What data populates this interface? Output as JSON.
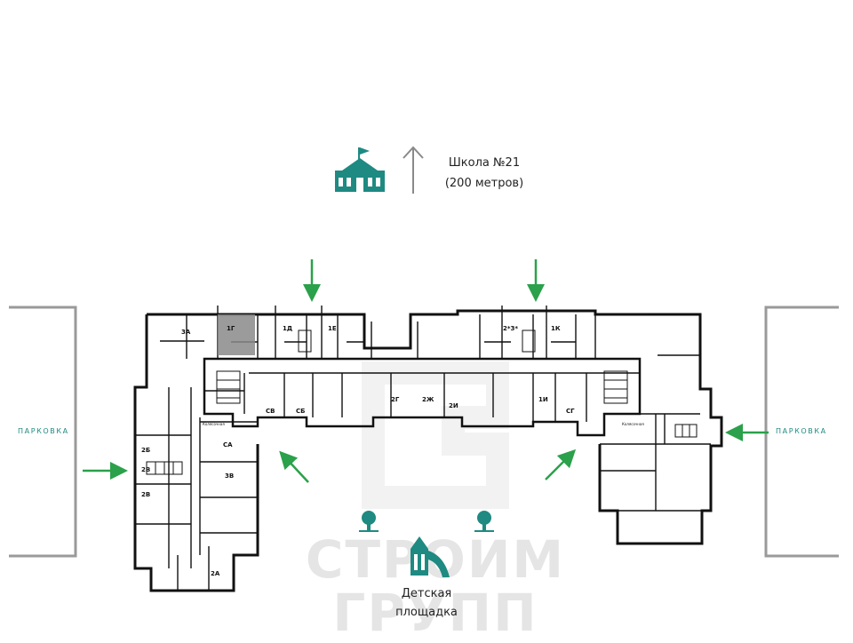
{
  "school": {
    "name": "Школа №21",
    "distance": "(200 метров)",
    "icon": "school-icon",
    "color": "#1e8a82"
  },
  "parking": {
    "left_label": "ПАРКОВКА",
    "right_label": "ПАРКОВКА"
  },
  "playground": {
    "line1": "Детская",
    "line2": "площадка",
    "icon": "playground-icon"
  },
  "watermark": {
    "line1": "СТРОИМ",
    "line2": "ГРУПП"
  },
  "apartments": [
    {
      "code": "3А"
    },
    {
      "code": "1Г"
    },
    {
      "code": "1Д"
    },
    {
      "code": "1Е"
    },
    {
      "code": "2*3*"
    },
    {
      "code": "1К"
    },
    {
      "code": "2Б"
    },
    {
      "code": "2В"
    },
    {
      "code": "2В"
    },
    {
      "code": "2А"
    },
    {
      "code": "СА"
    },
    {
      "code": "3В"
    },
    {
      "code": "СВ"
    },
    {
      "code": "СБ"
    },
    {
      "code": "2Г"
    },
    {
      "code": "2Ж"
    },
    {
      "code": "2И"
    },
    {
      "code": "1И"
    },
    {
      "code": "СГ"
    }
  ],
  "corridor_labels": [
    "Колясочная",
    "Колясочная"
  ],
  "colors": {
    "accent": "#1e8a82",
    "arrow_green": "#2aa14a",
    "wall": "#111111",
    "highlight": "#8a8a8a",
    "parking_bracket": "#9a9a9a",
    "watermark": "#e5e5e5"
  }
}
